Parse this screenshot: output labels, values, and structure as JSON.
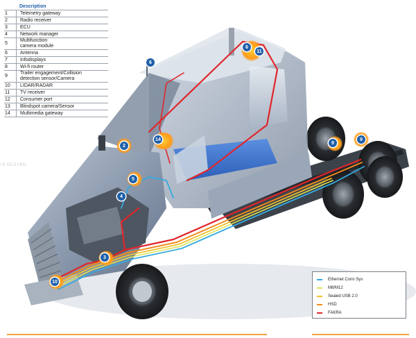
{
  "description": {
    "header": "Description",
    "rows": [
      {
        "num": "1",
        "text": "Telemetry gateway"
      },
      {
        "num": "2",
        "text": "Radio receiver"
      },
      {
        "num": "3",
        "text": "ECU"
      },
      {
        "num": "4",
        "text": "Network manager"
      },
      {
        "num": "5",
        "text": "Multifunction\ncamera module"
      },
      {
        "num": "6",
        "text": "Antenna"
      },
      {
        "num": "7",
        "text": "Infodisplays"
      },
      {
        "num": "8",
        "text": "Wi-fi router"
      },
      {
        "num": "9",
        "text": "Trailer engagement/Collision\ndetection sensor/Camera"
      },
      {
        "num": "10",
        "text": "LIDAR/RADAR"
      },
      {
        "num": "11",
        "text": "TV receiver"
      },
      {
        "num": "12",
        "text": "Consumer port"
      },
      {
        "num": "13",
        "text": "Blindspot camera/Sensor"
      },
      {
        "num": "14",
        "text": "Multimedia gateway"
      }
    ]
  },
  "legend": [
    {
      "label": "Ethernet Conn Sys",
      "color": "#35a9e0"
    },
    {
      "label": "M8/M12",
      "color": "#d9e35a"
    },
    {
      "label": "Sealed USB 2.0",
      "color": "#f2c12e"
    },
    {
      "label": "HSD",
      "color": "#f08a1c"
    },
    {
      "label": "FAKRA",
      "color": "#e0262b"
    }
  ],
  "markers": {
    "m2": "2",
    "m3": "3",
    "m4": "4",
    "m5": "5",
    "m6": "6",
    "m6b": "6",
    "m9a": "9",
    "m9b": "9",
    "m10": "10",
    "m11": "11",
    "m14": "14"
  },
  "watermark": "+8 OU3YBN",
  "colors": {
    "marker": "#1f5fa8",
    "glow": "#ff9a1a",
    "accent_line": "#f2a23a"
  }
}
